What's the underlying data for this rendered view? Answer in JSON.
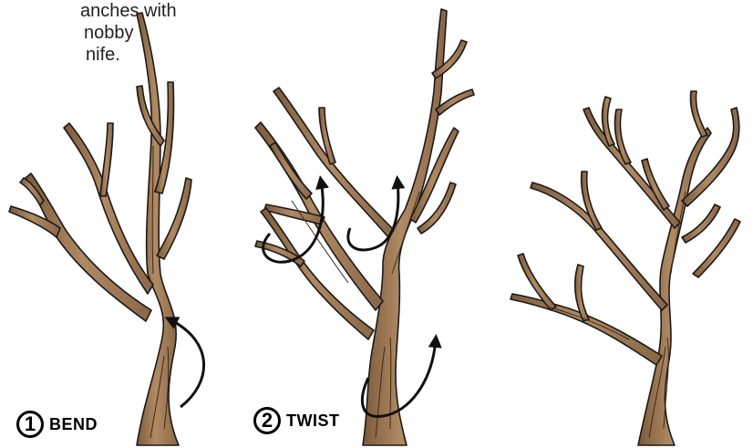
{
  "caption": {
    "lines": [
      "anches with",
      "nobby",
      "nife."
    ]
  },
  "steps": [
    {
      "number": "1",
      "label": "BEND"
    },
    {
      "number": "2",
      "label": "TWIST"
    }
  ],
  "colors": {
    "wood": "#a47d58",
    "wood_light": "#c6a27b",
    "wood_dark": "#6e4f33",
    "outline": "#1a1a1a",
    "arrow": "#111111"
  },
  "icons": {
    "arrow": "curved-arrow-icon"
  }
}
